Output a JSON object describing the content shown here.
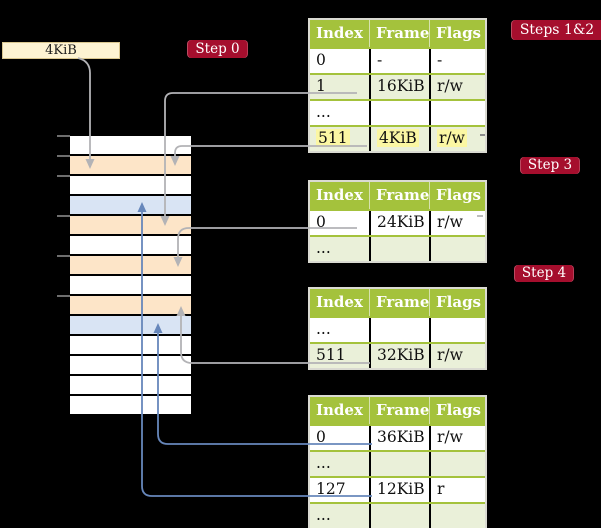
{
  "legend_box": {
    "label": "4KiB"
  },
  "badges": [
    {
      "label": "Step 0"
    },
    {
      "label": "Steps 1&2"
    },
    {
      "label": "Step 3"
    },
    {
      "label": "Step 4"
    }
  ],
  "memory_column": {
    "rows": [
      "white",
      "orange",
      "white",
      "blue",
      "orange",
      "white",
      "orange",
      "white",
      "orange",
      "blue",
      "white",
      "white",
      "white",
      "white"
    ],
    "tick_count": 6
  },
  "tables": [
    {
      "headers": [
        "Index",
        "Frame",
        "Flags"
      ],
      "rows": [
        {
          "cells": [
            "0",
            "-",
            "-"
          ]
        },
        {
          "cells": [
            "1",
            "16KiB",
            "r/w"
          ]
        },
        {
          "cells": [
            "...",
            "",
            ""
          ]
        },
        {
          "cells": [
            "511",
            "4KiB",
            "r/w"
          ],
          "highlighted": true
        }
      ]
    },
    {
      "headers": [
        "Index",
        "Frame",
        "Flags"
      ],
      "rows": [
        {
          "cells": [
            "0",
            "24KiB",
            "r/w"
          ]
        },
        {
          "cells": [
            "...",
            "",
            ""
          ]
        }
      ]
    },
    {
      "headers": [
        "Index",
        "Frame",
        "Flags"
      ],
      "rows": [
        {
          "cells": [
            "...",
            "",
            ""
          ]
        },
        {
          "cells": [
            "511",
            "32KiB",
            "r/w"
          ]
        }
      ]
    },
    {
      "headers": [
        "Index",
        "Frame",
        "Flags"
      ],
      "rows": [
        {
          "cells": [
            "0",
            "36KiB",
            "r/w"
          ]
        },
        {
          "cells": [
            "...",
            "",
            ""
          ]
        },
        {
          "cells": [
            "127",
            "12KiB",
            "r"
          ]
        },
        {
          "cells": [
            "...",
            "",
            ""
          ]
        }
      ]
    }
  ],
  "colors": {
    "background": "#000000",
    "table_header_green": "#a4c23c",
    "table_row_green": "#eaf0d9",
    "memory_orange": "#fde5c8",
    "memory_blue": "#d9e4f4",
    "legend_cream": "#fdf3d2",
    "badge_red": "#a50e2d",
    "highlight_yellow": "#fbf7a3",
    "arrow_gray": "#b3b3b6",
    "arrow_blue": "#6787bb"
  }
}
